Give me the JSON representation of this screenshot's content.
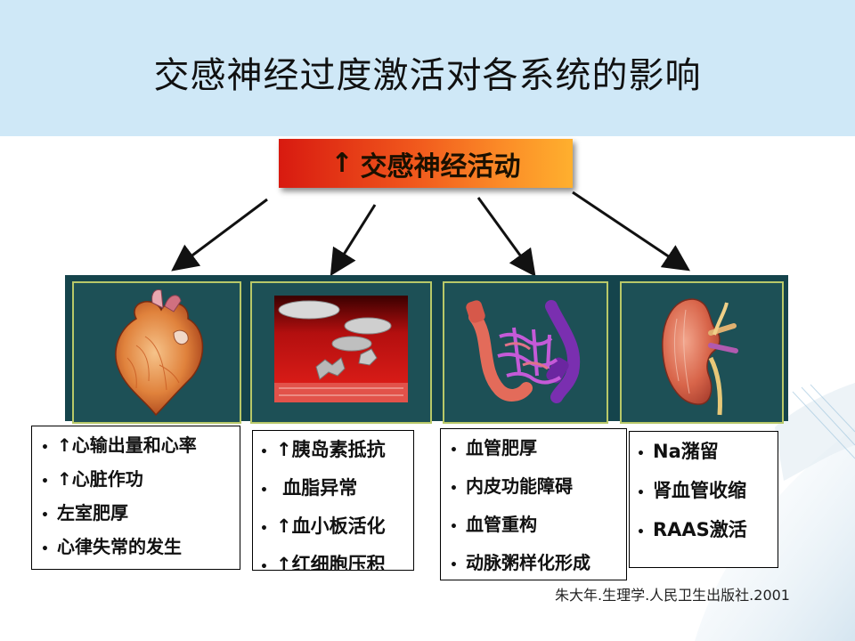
{
  "slide": {
    "title": "交感神经过度激活对各系统的影响",
    "banner": {
      "arrow": "↑",
      "label": "交感神经活动"
    },
    "colors": {
      "header_bg": "#cfe8f7",
      "banner_start": "#d81a10",
      "banner_end": "#ffb02e",
      "panel_bg": "#1d5056"
    },
    "panels": [
      {
        "image_icon": "heart-image"
      },
      {
        "image_icon": "blood-platelets-image"
      },
      {
        "image_icon": "blood-vessels-image"
      },
      {
        "image_icon": "kidney-image"
      }
    ],
    "boxes": [
      {
        "items": [
          "↑心输出量和心率",
          "↑心脏作功",
          "左室肥厚",
          "心律失常的发生"
        ]
      },
      {
        "items": [
          "↑胰岛素抵抗",
          " 血脂异常",
          "↑血小板活化",
          "↑红细胞压积"
        ]
      },
      {
        "items": [
          "血管肥厚",
          "内皮功能障碍",
          "血管重构",
          "动脉粥样化形成"
        ]
      },
      {
        "items": [
          "Na潴留",
          "肾血管收缩",
          "RAAS激活"
        ]
      }
    ],
    "citation": "朱大年.生理学.人民卫生出版社.2001",
    "bullet_char": "•"
  }
}
